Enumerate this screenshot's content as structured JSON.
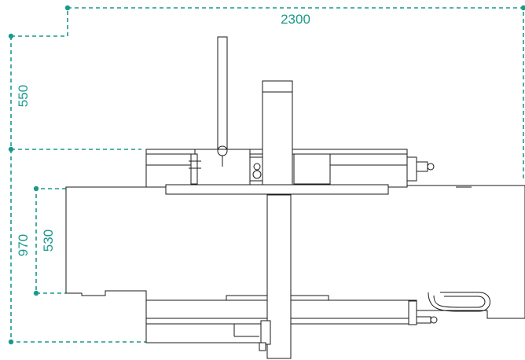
{
  "dimensions": {
    "overall_width": "2300",
    "upper_depth": "550",
    "total_depth": "970",
    "table_depth": "530"
  },
  "colors": {
    "dimension": "#1a9a8c",
    "outline": "#1a1a1a",
    "background": "#ffffff"
  }
}
